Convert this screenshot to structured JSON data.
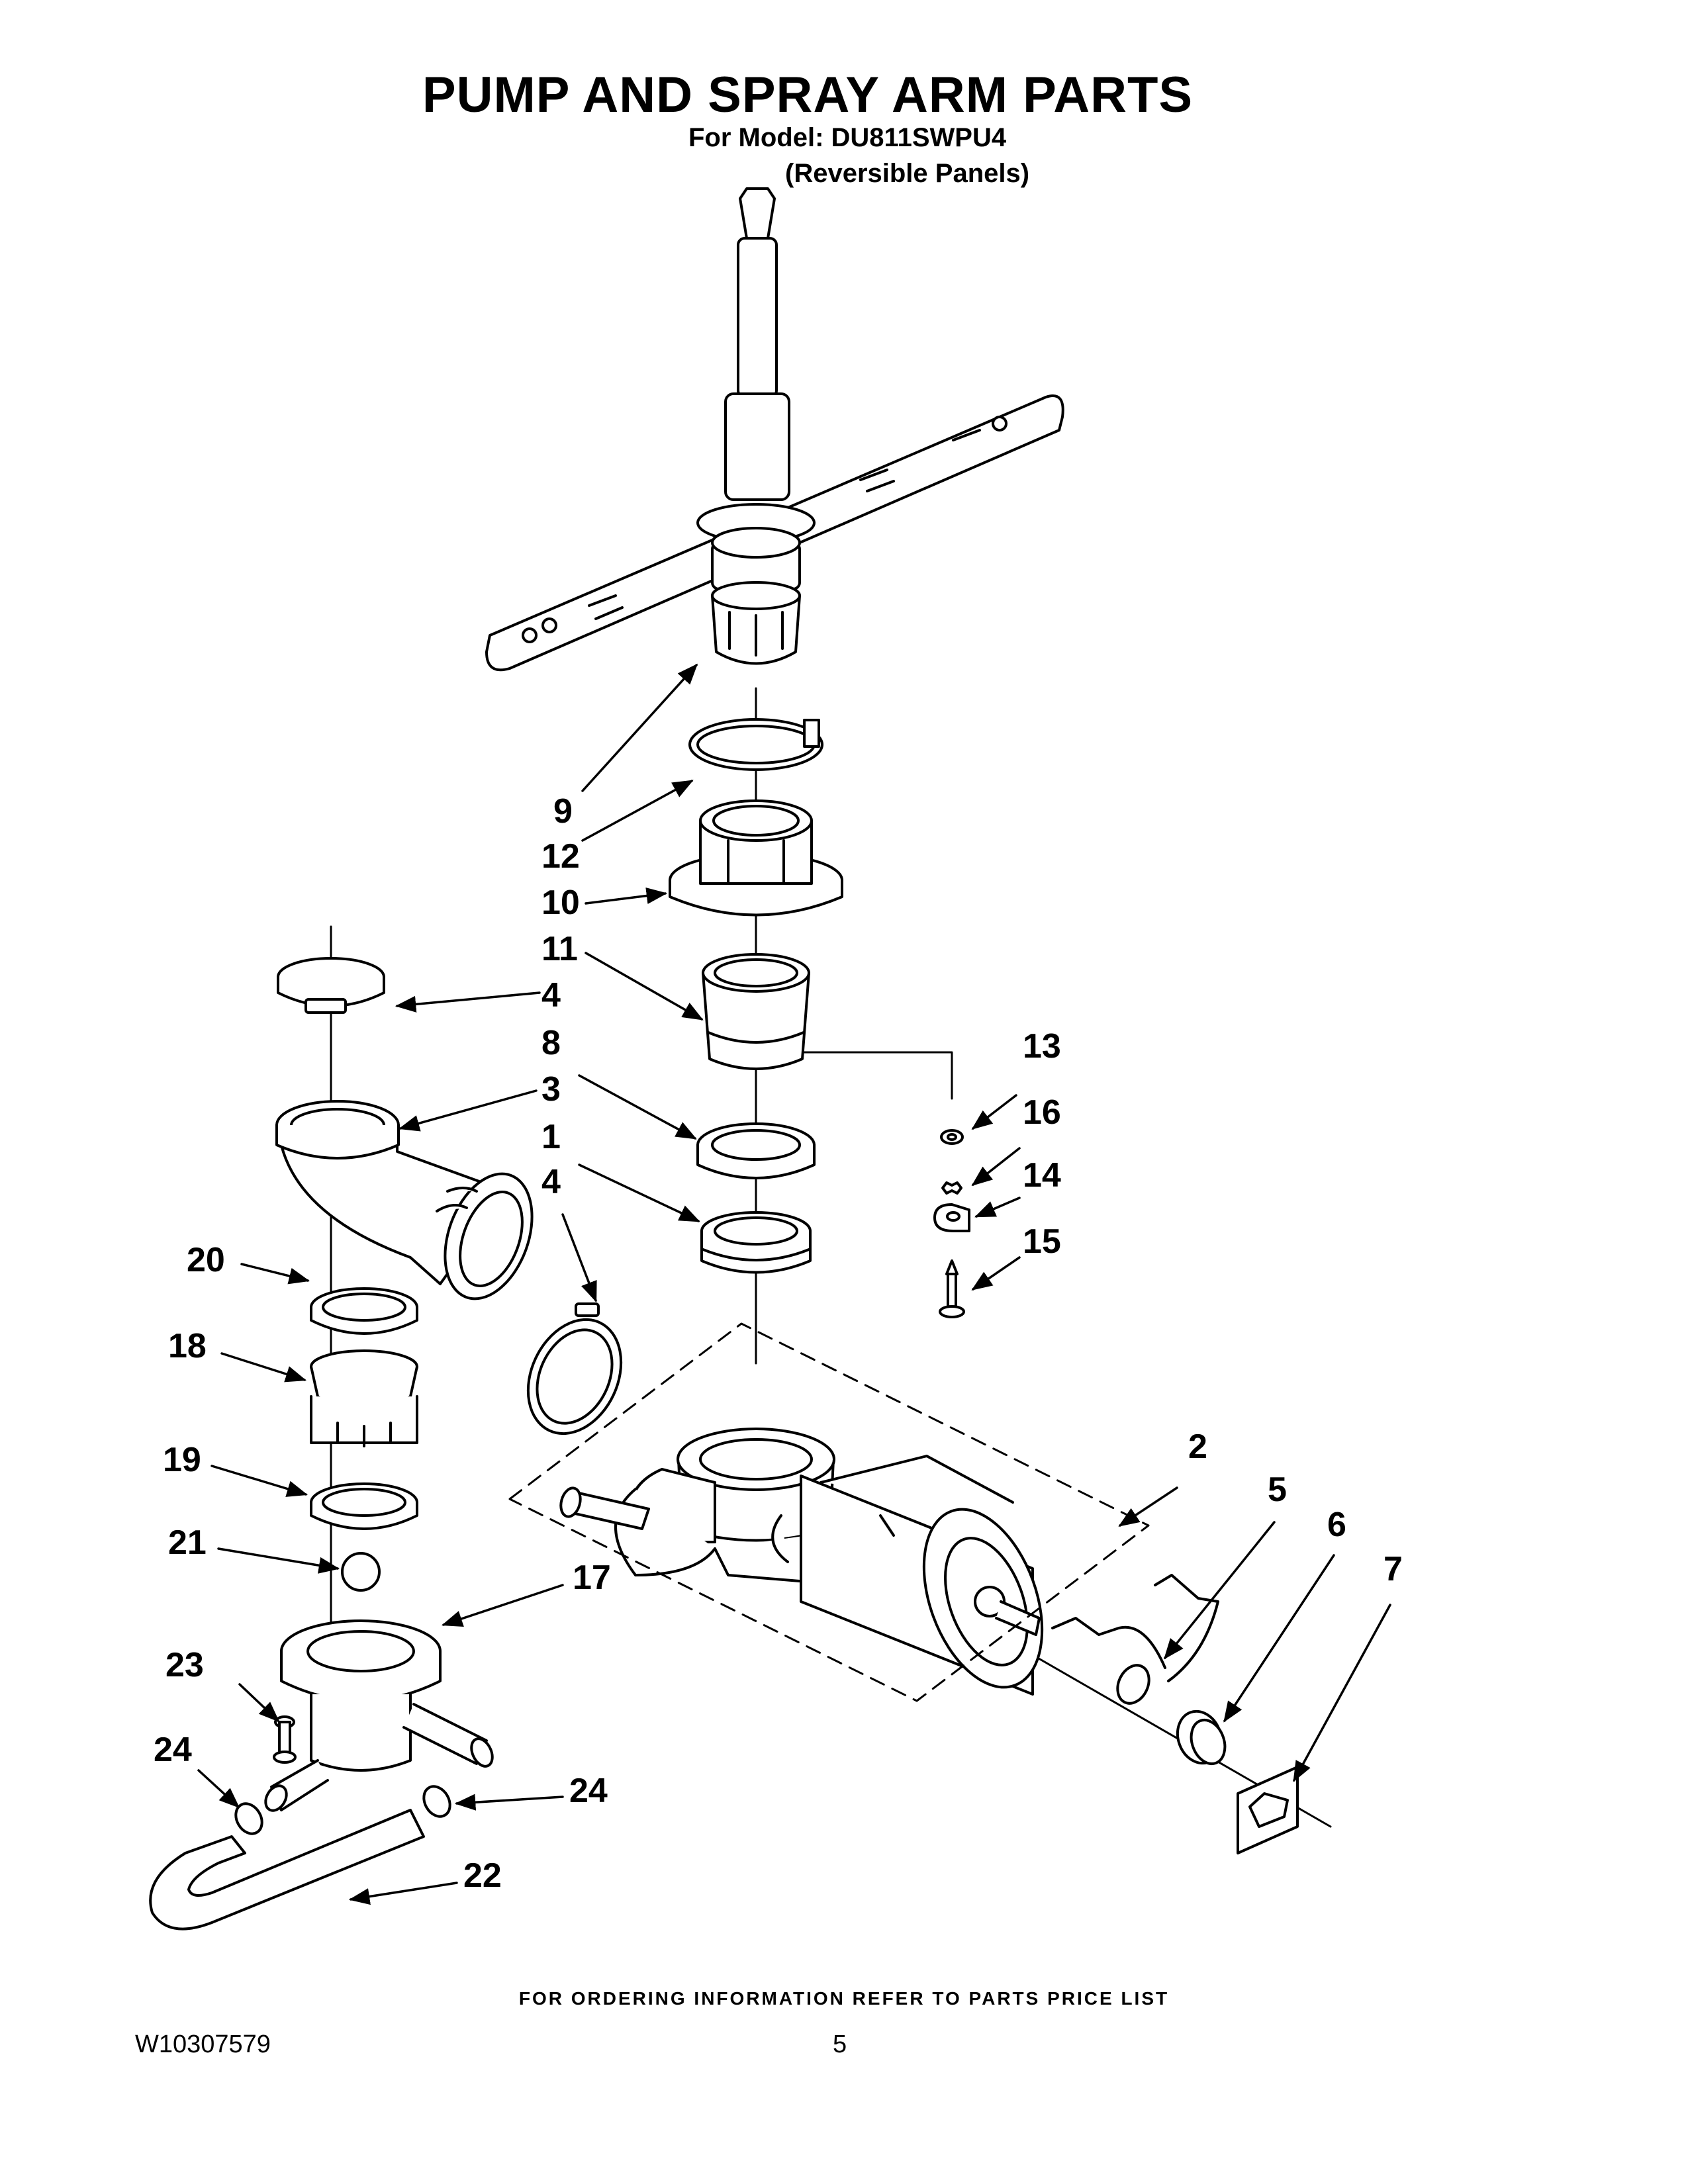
{
  "header": {
    "title": "PUMP AND SPRAY ARM PARTS",
    "model_line": "For Model: DU811SWPU4",
    "variant_line": "(Reversible Panels)"
  },
  "callouts": [
    {
      "id": "c9",
      "label": "9"
    },
    {
      "id": "c12",
      "label": "12"
    },
    {
      "id": "c10",
      "label": "10"
    },
    {
      "id": "c11",
      "label": "11"
    },
    {
      "id": "c4a",
      "label": "4"
    },
    {
      "id": "c8",
      "label": "8"
    },
    {
      "id": "c3",
      "label": "3"
    },
    {
      "id": "c1",
      "label": "1"
    },
    {
      "id": "c4b",
      "label": "4"
    },
    {
      "id": "c13",
      "label": "13"
    },
    {
      "id": "c16",
      "label": "16"
    },
    {
      "id": "c14",
      "label": "14"
    },
    {
      "id": "c15",
      "label": "15"
    },
    {
      "id": "c20",
      "label": "20"
    },
    {
      "id": "c18",
      "label": "18"
    },
    {
      "id": "c19",
      "label": "19"
    },
    {
      "id": "c21",
      "label": "21"
    },
    {
      "id": "c17",
      "label": "17"
    },
    {
      "id": "c2",
      "label": "2"
    },
    {
      "id": "c5",
      "label": "5"
    },
    {
      "id": "c6",
      "label": "6"
    },
    {
      "id": "c7",
      "label": "7"
    },
    {
      "id": "c23",
      "label": "23"
    },
    {
      "id": "c24a",
      "label": "24"
    },
    {
      "id": "c24b",
      "label": "24"
    },
    {
      "id": "c22",
      "label": "22"
    }
  ],
  "footer": {
    "ordering_note": "FOR ORDERING INFORMATION REFER TO PARTS PRICE LIST",
    "doc_number": "W10307579",
    "page_number": "5"
  }
}
